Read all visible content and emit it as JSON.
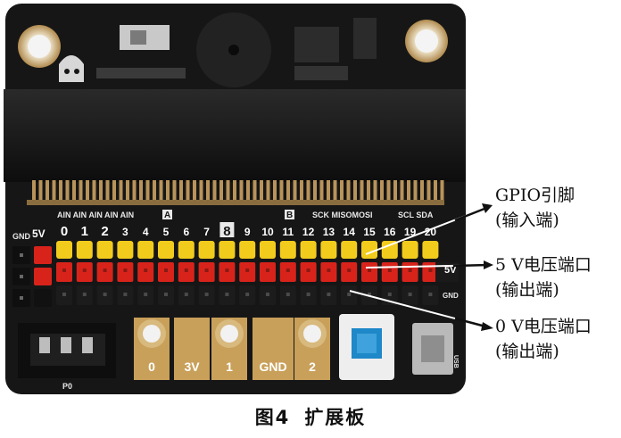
{
  "board": {
    "pin_labels": [
      "0",
      "1",
      "2",
      "3",
      "4",
      "5",
      "6",
      "7",
      "8",
      "9",
      "10",
      "11",
      "12",
      "13",
      "14",
      "15",
      "16",
      "19",
      "20"
    ],
    "ain_label": "AIN",
    "marker_a": "A",
    "marker_b": "B",
    "spi_labels": "SCK MISOMOSI",
    "i2c_labels": "SCL SDA",
    "gnd_left": "GND",
    "v5_left": "5V",
    "v5_right": "5V",
    "gnd_right": "GND",
    "pad_labels": [
      "0",
      "3V",
      "1",
      "GND",
      "2"
    ],
    "p0_label": "P0",
    "usb_label": "USB",
    "colors": {
      "pcb": "#1a1a1a",
      "header_yellow": "#f2cc1d",
      "header_red": "#d8231b",
      "header_black": "#1c1c1c",
      "gold": "#c9a05a",
      "button_blue": "#1e88c8"
    }
  },
  "annotations": {
    "gpio_line1": "GPIO引脚",
    "gpio_line2": "(输入端)",
    "v5_line1": "5 V电压端口",
    "v5_line2": "(输出端)",
    "v0_line1": "0 V电压端口",
    "v0_line2": "(输出端)"
  },
  "caption": {
    "figure": "图4",
    "title": "扩展板"
  }
}
